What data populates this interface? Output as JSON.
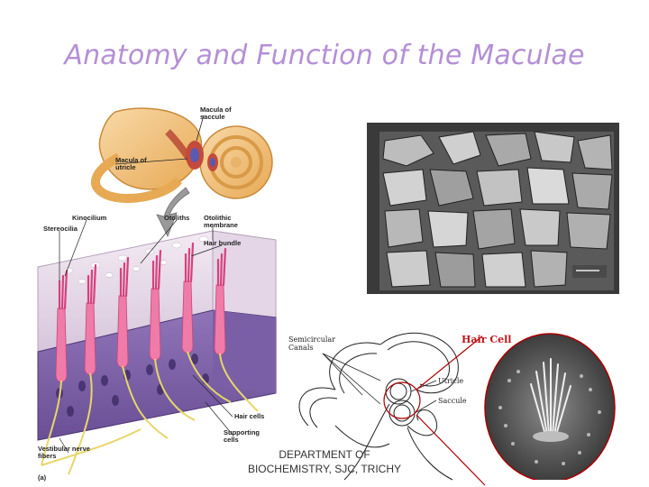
{
  "slide": {
    "title": "Anatomy and Function of the Maculae",
    "footer_line1": "DEPARTMENT OF",
    "footer_line2": "BIOCHEMISTRY, SJC, TRICHY"
  },
  "diagram": {
    "labels": {
      "macula_saccule": "Macula of saccule",
      "macula_utricle": "Macula of utricle",
      "kinocilium": "Kinocilium",
      "stereocilia": "Stereocilia",
      "otoliths": "Otoliths",
      "otolithic_membrane": "Otolithic membrane",
      "hair_bundle": "Hair bundle",
      "hair_cells": "Hair cells",
      "supporting_cells": "Supporting cells",
      "vestibular_nerve": "Vestibular nerve fibers",
      "panel": "(a)"
    }
  },
  "labyrinth": {
    "labels": {
      "semicircular": "Semicircular Canals",
      "utricle": "Utricle",
      "saccule": "Saccule",
      "hair_cell": "Hair Cell"
    }
  },
  "colors": {
    "title": "#b48fd6",
    "hair_cell_label": "#c0141a"
  }
}
